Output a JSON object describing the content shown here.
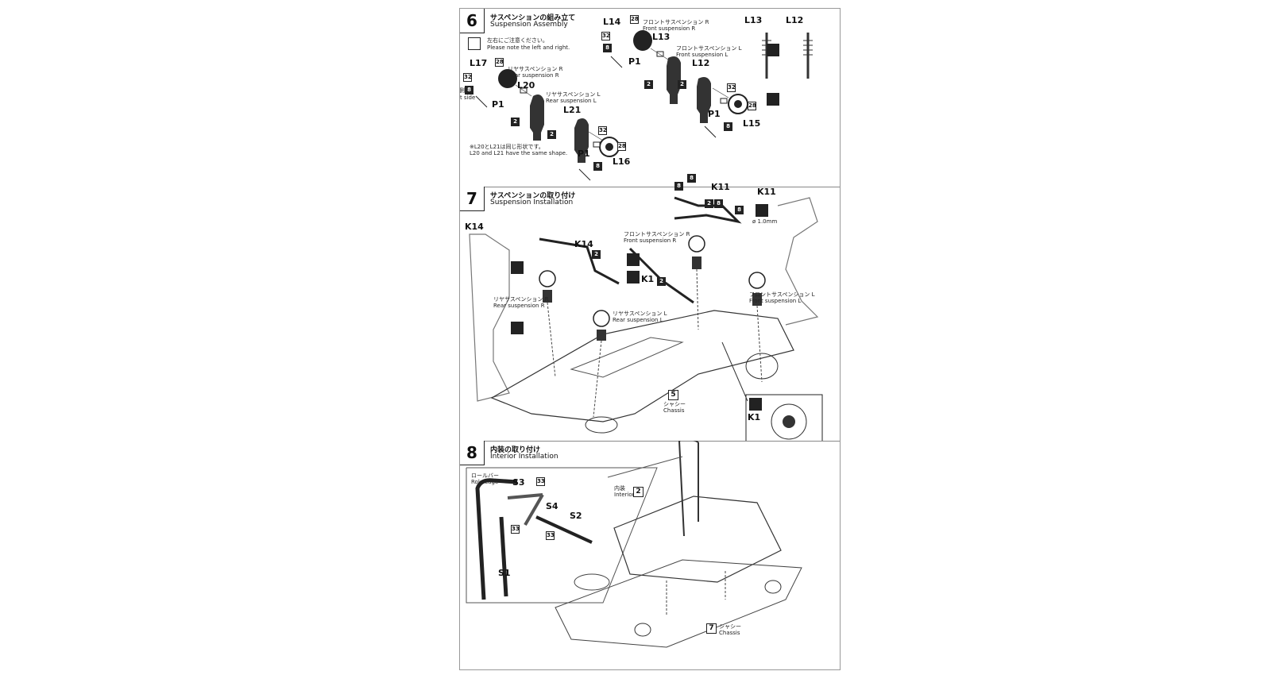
{
  "step6": {
    "number": "6",
    "title_jp": "サスペンションの組み立て",
    "title_en": "Suspension Assembly",
    "note_jp": "左右にご注意ください。",
    "note_en": "Please note the left and right.",
    "parts": {
      "L17": "L17",
      "L20": "L20",
      "L21": "L21",
      "L16": "L16",
      "P1a": "P1",
      "P1b": "P1",
      "L14": "L14",
      "L13": "L13",
      "L12": "L12",
      "L15": "L15",
      "P1c": "P1",
      "P1d": "P1",
      "L13b": "L13",
      "L12b": "L12"
    },
    "rear_r_jp": "リヤサスペンション R",
    "rear_r_en": "Rear suspension R",
    "rear_l_jp": "リヤサスペンション L",
    "rear_l_en": "Rear suspension L",
    "front_r_jp": "フロントサスペンション R",
    "front_r_en": "Front suspension R",
    "front_l_jp": "フロントサスペンション L",
    "front_l_en": "Front suspension L",
    "outside_jp": "外側",
    "outside_en": "Out side",
    "same_shape_jp": "※L20とL21は同じ形状です。",
    "same_shape_en": "L20 and L21 have the same shape.",
    "tags": {
      "t28": "28",
      "t32": "32",
      "t8": "8",
      "t2": "2"
    }
  },
  "step7": {
    "number": "7",
    "title_jp": "サスペンションの取り付け",
    "title_en": "Suspension Installation",
    "parts": {
      "K14a": "K14",
      "K14b": "K14",
      "K11a": "K11",
      "K11b": "K11",
      "K1a": "K1",
      "K1b": "K1"
    },
    "front_r_jp": "フロントサスペンション R",
    "front_r_en": "Front suspension R",
    "front_l_jp": "フロントサスペンション L",
    "front_l_en": "Front suspension L",
    "rear_r_jp": "リヤサスペンション R",
    "rear_r_en": "Rear suspension R",
    "rear_l_jp": "リヤサスペンション L",
    "rear_l_en": "Rear suspension L",
    "drill_note": "ø 1.0mm",
    "chassis_num": "5",
    "chassis_jp": "シャシー",
    "chassis_en": "Chassis"
  },
  "step8": {
    "number": "8",
    "title_jp": "内装の取り付け",
    "title_en": "Interior Installation",
    "rollbar_jp": "ロールバー",
    "rollbar_en": "Role cage",
    "parts": {
      "S1": "S1",
      "S2": "S2",
      "S3": "S3",
      "S4": "S4"
    },
    "tag33": "33",
    "interior_jp": "内装",
    "interior_en": "Interior",
    "interior_num": "2",
    "chassis_num": "7",
    "chassis_jp": "シャシー",
    "chassis_en": "Chassis"
  }
}
